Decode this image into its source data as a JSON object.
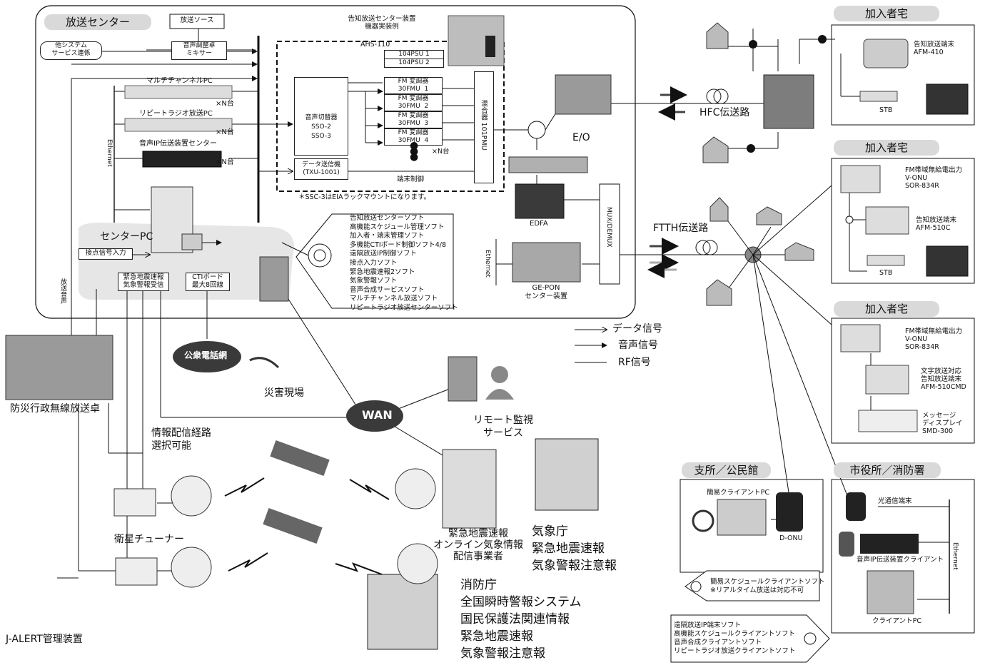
{
  "broadcast_center": {
    "title": "放送センター",
    "other_system": "他システム\nサービス連係",
    "audio_source": "放送ソース",
    "mixer": "音声調整卓\nミキサー",
    "equipment_title": "告知放送センター装置\n機器実装例",
    "ahs": "AHS-110",
    "psu1": "104PSU 1",
    "psu2": "104PSU 2",
    "fm_modulators": [
      "FM 変調器\n30FMU  1",
      "FM 変調器\n30FMU  2",
      "FM 変調器\n30FMU  3",
      "FM 変調器\n30FMU  4"
    ],
    "fm_n": "×N台",
    "switcher": "音声切替器\nSSO-2\nSSO-3",
    "data_tx": "データ送信機\n(TXU-1001)",
    "terminal_ctrl": "端末制御",
    "mixer_unit": "混合器 101PMU",
    "ssc_note": "＊SSC-3はEIAラックマウントになります。",
    "multichannel_pc": "マルチチャンネルPC",
    "repeat_radio_pc": "リピートラジオ放送PC",
    "ip_center": "音声IP伝送装置センター",
    "xn": "×N台",
    "ethernet": "Ethernet",
    "center_pc": "センターPC",
    "contact_input": "接点信号入力",
    "eew_receive": "緊急地震速報\n気象警報受信",
    "cti": "CTIボード\n最大8回線",
    "software_list": "告知放送センターソフト\n高機能スケジュール管理ソフト\n加入者・端末管理ソフト\n多機能CTIボード制御ソフト4/8\n遠隔放送IP制御ソフト\n接点入力ソフト\n緊急地震速報2ソフト\n気象警報ソフト\n音声合成サービスソフト\nマルチチャンネル放送ソフト\nリピートラジオ放送センターソフト",
    "eo": "E/O",
    "edfa": "EDFA",
    "gepon": "GE-PON\nセンター装置",
    "mux": "MUX/DEMUX",
    "ethernet2": "Ethernet",
    "broadcast_audio": "放送音声"
  },
  "transmission": {
    "hfc": "HFC伝送路",
    "ftth": "FTTH伝送路"
  },
  "legend": {
    "data_signal": "データ信号",
    "audio_signal": "音声信号",
    "rf_signal": "RF信号"
  },
  "subscriber1": {
    "title": "加入者宅",
    "terminal": "告知放送端末\nAFM-410",
    "stb": "STB"
  },
  "subscriber2": {
    "title": "加入者宅",
    "onu": "FM帯域無給電出力\nV-ONU\nSOR-834R",
    "terminal": "告知放送端末\nAFM-510C",
    "stb": "STB"
  },
  "subscriber3": {
    "title": "加入者宅",
    "onu": "FM帯域無給電出力\nV-ONU\nSOR-834R",
    "terminal": "文字放送対応\n告知放送端末\nAFM-510CMD",
    "display": "メッセージ\nディスプレイ\nSMD-300"
  },
  "branch": {
    "title": "支所／公民館",
    "client_pc": "簡易クライアントPC",
    "donu": "D-ONU",
    "software": "簡易スケジュールクライアントソフト\n※リアルタイム放送は対応不可"
  },
  "city_hall": {
    "title": "市役所／消防署",
    "optical": "光通信端末",
    "ip_client": "音声IP伝送装置クライアント",
    "client_pc": "クライアントPC",
    "ethernet": "Ethernet",
    "software": "遠隔放送IP端末ソフト\n高機能スケジュールクライアントソフト\n音声合成クライアントソフト\nリピートラジオ放送クライアントソフト"
  },
  "left": {
    "console": "防災行政無線放送卓",
    "public_net": "公衆電話網",
    "disaster": "災害現場",
    "route": "情報配信経路\n選択可能",
    "sat_tuner": "衛星チューナー",
    "jalert": "J-ALERT管理装置",
    "wan": "WAN",
    "remote": "リモート監視\nサービス",
    "provider": "緊急地震速報\nオンライン気象情報\n配信事業者",
    "jma": "気象庁\n緊急地震速報\n気象警報注意報",
    "fdma": "消防庁\n全国瞬時警報システム\n国民保護法関連情報\n緊急地震速報\n気象警報注意報"
  },
  "colors": {
    "header_bg": "#d9d9d9",
    "device_gray": "#8a8a8a",
    "cloud_dark": "#3a3a3a"
  }
}
